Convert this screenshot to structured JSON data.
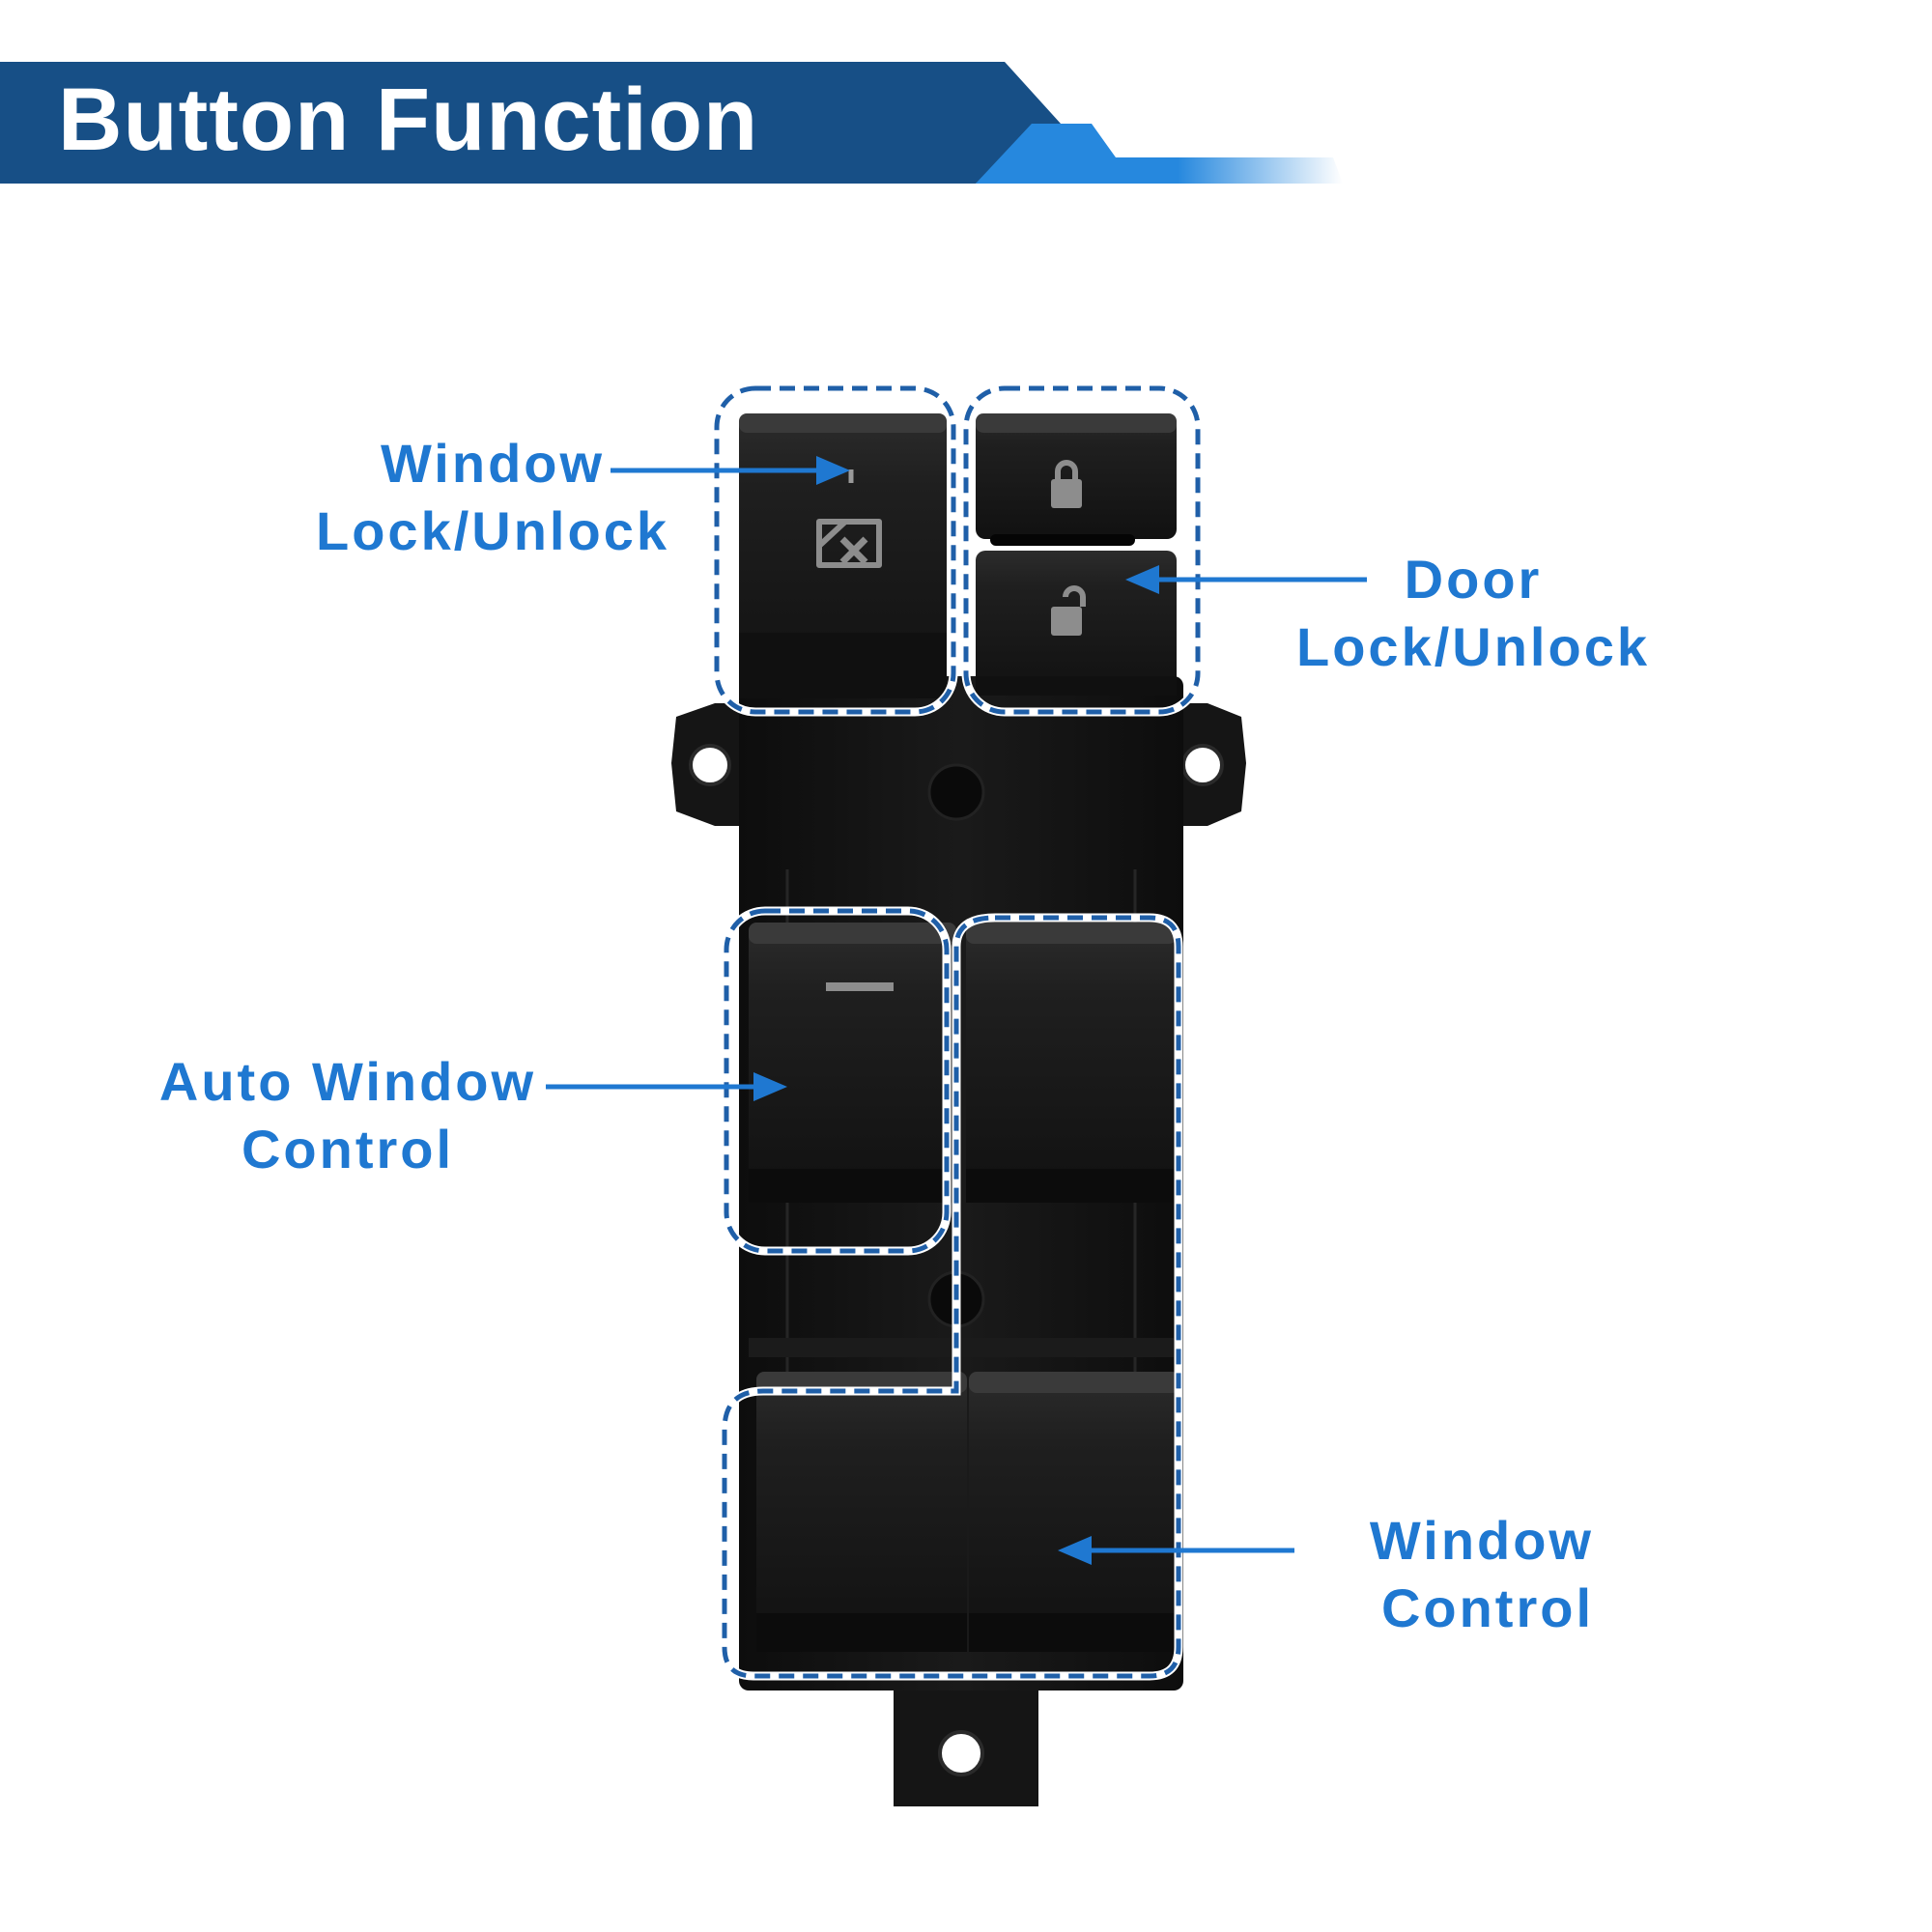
{
  "header": {
    "title": "Button Function"
  },
  "colors": {
    "banner_dark": "#174f86",
    "banner_accent": "#2688de",
    "label_blue": "#1f78d1",
    "switch_body": "#151515",
    "dashed_outline": "#1f5fa8"
  },
  "callouts": {
    "window_lock": {
      "line1": "Window",
      "line2": "Lock/Unlock"
    },
    "door_lock": {
      "line1": "Door",
      "line2": "Lock/Unlock"
    },
    "auto_window": {
      "line1": "Auto Window",
      "line2": "Control"
    },
    "window_control": {
      "line1": "Window",
      "line2": "Control"
    }
  },
  "icons": [
    "window-lock-icon",
    "padlock-closed-icon",
    "padlock-open-icon"
  ]
}
